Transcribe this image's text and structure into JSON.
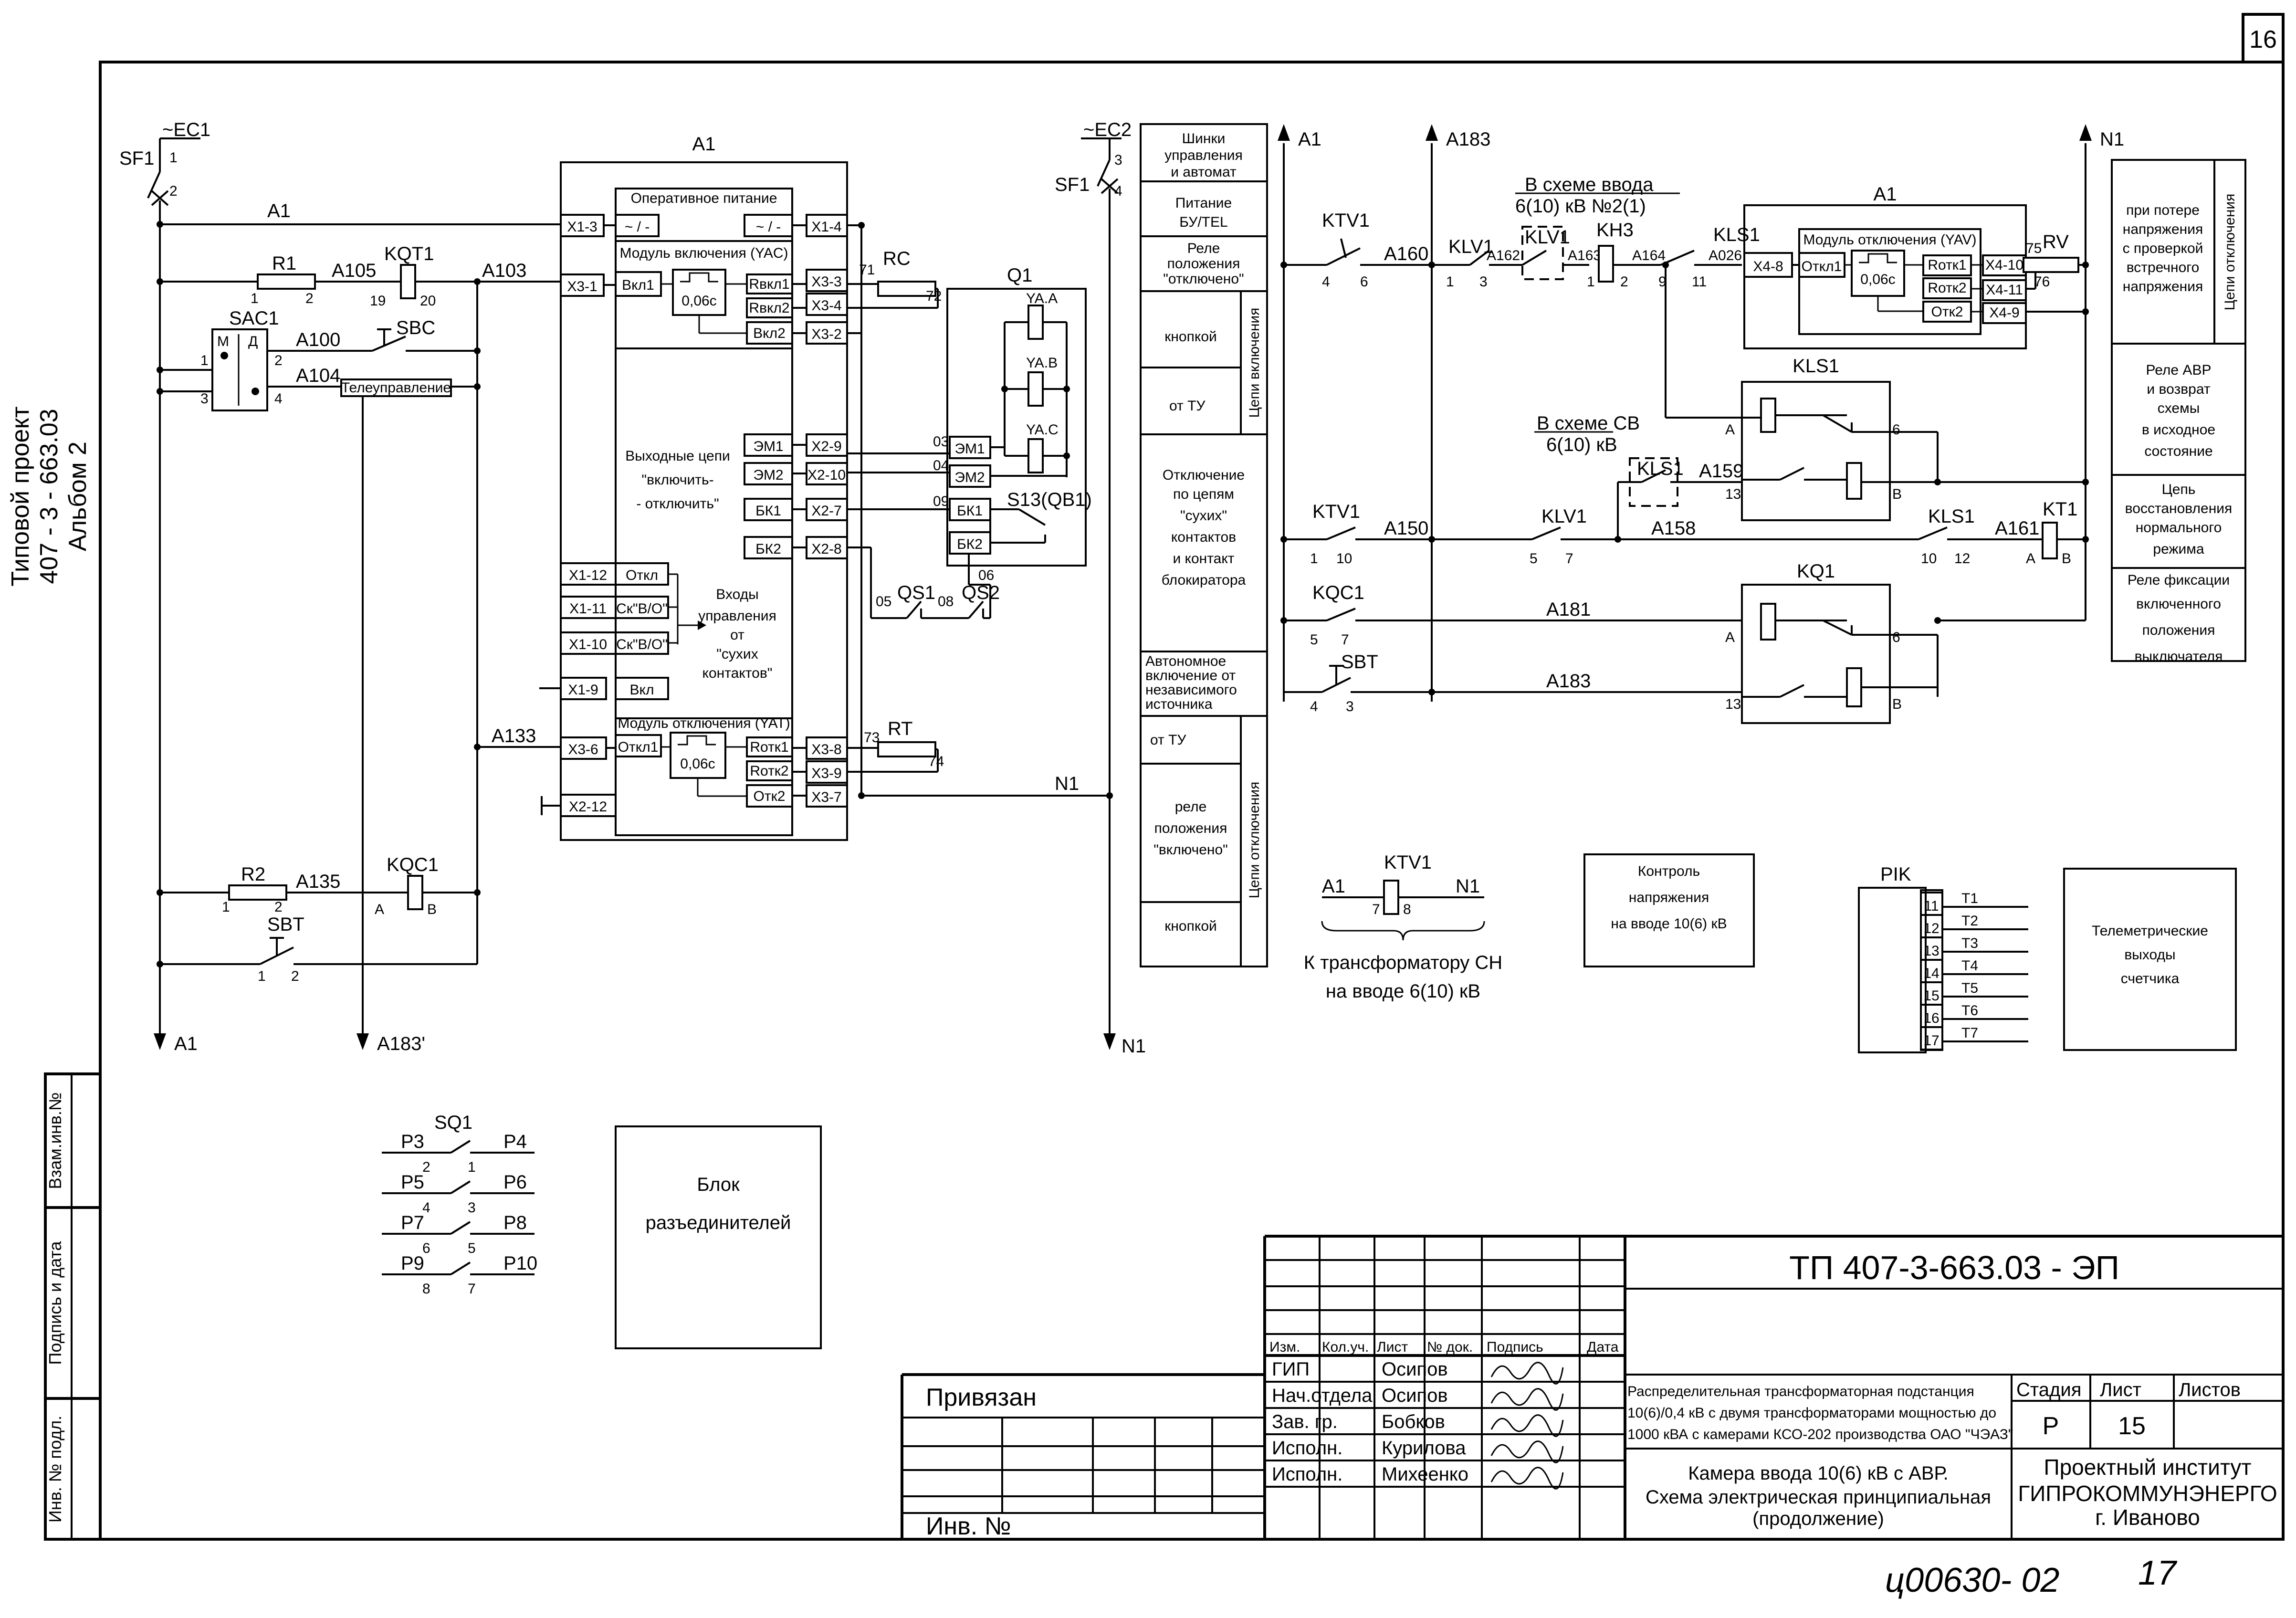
{
  "sheet_number": "16",
  "bottom_note": "ц00630- 02",
  "bottom_page": "17",
  "side_title": [
    "Типовой проект",
    "407 - 3 - 663.03",
    "Альбом  2"
  ],
  "left_stamp": [
    "Взам.инв.№",
    "Подпись и дата",
    "Инв. № подл."
  ],
  "sources": {
    "ec1": "~EC1",
    "ec2": "~EC2",
    "sf1": "SF1",
    "sf1_pins": [
      "1",
      "2"
    ],
    "sf1b_pins": [
      "3",
      "4"
    ]
  },
  "buses": {
    "a1": "A1",
    "a183": "A183",
    "n1": "N1",
    "a183p": "A183'"
  },
  "left_circuit": {
    "r1": "R1",
    "r1_pins": [
      "1",
      "2"
    ],
    "a105": "A105",
    "kqt1": "KQT1",
    "kqt1_pins": [
      "19",
      "20"
    ],
    "a103": "A103",
    "sac1": "SAC1",
    "sac_m": "М",
    "sac_d": "Д",
    "sac_pins": [
      "1",
      "2",
      "3",
      "4"
    ],
    "a100": "A100",
    "sbc": "SBC",
    "a104": "A104",
    "tele": "Телеуправление",
    "a133": "A133",
    "r2": "R2",
    "r2_pins": [
      "1",
      "2"
    ],
    "a135": "A135",
    "kqc1": "KQC1",
    "kqc_a": "A",
    "kqc_b": "B",
    "sbt": "SBT",
    "sbt_pins": [
      "1",
      "2"
    ]
  },
  "a1_block": {
    "label": "A1",
    "oper": "Оперативное питание",
    "dc": "~ / -",
    "yac": "Модуль включения (YAC)",
    "vkl1": "Вкл1",
    "t006": "0,06с",
    "rvkl1": "Rвкл1",
    "rvkl2": "Rвкл2",
    "vkl2": "Вкл2",
    "out_title": "Выходные цепи",
    "out_sub1": "\"включить-",
    "out_sub2": "- отключить\"",
    "em1": "ЭМ1",
    "em2": "ЭМ2",
    "bk1": "БК1",
    "bk2": "БК2",
    "otkl": "Откл",
    "skvo": "Ск\"В/О\"",
    "vkl": "Вкл",
    "inputs_title": [
      "Входы",
      "управления",
      "от",
      "\"сухих",
      "контактов\""
    ],
    "yat": "Модуль отключения (YAT)",
    "otkl1": "Откл1",
    "rotk1": "Rотк1",
    "rotk2": "Rотк2",
    "otk2": "Отк2",
    "pins_left": [
      "X1-3",
      "X3-1",
      "X1-12",
      "X1-11",
      "X1-10",
      "X1-9",
      "X3-6",
      "X2-12"
    ],
    "pins_right": [
      "X1-4",
      "X3-3",
      "X3-4",
      "X3-2",
      "X2-9",
      "X2-10",
      "X2-7",
      "X2-8",
      "X3-8",
      "X3-9",
      "X3-7"
    ]
  },
  "q1_block": {
    "label": "Q1",
    "yaa": "YA.A",
    "yab": "YA.B",
    "yac": "YA.C",
    "s13": "S13(QB1)",
    "em1": "ЭМ1",
    "em2": "ЭМ2",
    "bk1": "БК1",
    "bk2": "БК2",
    "w03": "03",
    "w04": "04",
    "w09": "09",
    "w06": "06"
  },
  "mid_parts": {
    "rc": "RC",
    "rc71": "71",
    "rc72": "72",
    "rt": "RT",
    "rt73": "73",
    "rt74": "74",
    "qs1": "QS1",
    "qs2": "QS2",
    "w05": "05",
    "w08": "08",
    "n1": "N1"
  },
  "mid_column": {
    "shinki": [
      "Шинки",
      "управления",
      "и автомат"
    ],
    "pitanie": [
      "Питание",
      "БУ/TEL"
    ],
    "rele_off": [
      "Реле",
      "положения",
      "\"отключено\""
    ],
    "knopkoy": "кнопкой",
    "ot_tu": "от ТУ",
    "cepi_vkl": "Цепи включения",
    "otkl_sukh": [
      "Отключение",
      "по цепям",
      "\"сухих\"",
      "контактов",
      "и контакт",
      "блокиратора"
    ],
    "avtonom": [
      "Автономное",
      "включение от",
      "независимого",
      "источника"
    ],
    "ot_tu2": "от ТУ",
    "rele_on": [
      "реле",
      "положения",
      "\"включено\""
    ],
    "knopkoy2": "кнопкой",
    "cepi_otkl": "Цепи отключения"
  },
  "ktv_small": {
    "a1": "A1",
    "ktv1": "KTV1",
    "n1": "N1",
    "p7": "7",
    "p8": "8",
    "cap": [
      "К трансформатору СН",
      "на вводе 6(10) кВ"
    ]
  },
  "kontrol": [
    "Контроль",
    "напряжения",
    "на вводе 10(6) кВ"
  ],
  "right_circuit": {
    "a1": "A1",
    "a183": "A183",
    "n1": "N1",
    "ktv1": "KTV1",
    "p4": "4",
    "p6": "6",
    "a160": "A160",
    "klv1": "KLV1",
    "p1": "1",
    "p3": "3",
    "a162": "A162",
    "vsh1": [
      "В схеме ввода",
      "6(10) кВ №2(1)"
    ],
    "klv1b": "KLV1",
    "a163": "A163",
    "kh3": "KH3",
    "kh_pins": [
      "1",
      "2"
    ],
    "a164": "A164",
    "kls1": "KLS1",
    "kls_pins": [
      "9",
      "11"
    ],
    "a026": "A026",
    "x48": "X4-8",
    "a1b": "A1",
    "yav": "Модуль отключения (YAV)",
    "otkl1": "Откл1",
    "t006": "0,06с",
    "rotk1": "Rотк1",
    "rotk2": "Rотк2",
    "otk2": "Отк2",
    "x410": "X4-10",
    "x411": "X4-11",
    "x49": "X4-9",
    "rv": "RV",
    "rv75": "75",
    "rv76": "76",
    "klsbox": "KLS1",
    "vsh2": [
      "В схеме СВ",
      "6(10) кВ"
    ],
    "kls1b": "KLS1",
    "a159": "A159",
    "pA": "A",
    "pB": "B",
    "p6b": "6",
    "p13": "13",
    "ktv1b": "KTV1",
    "ktv_pins": [
      "1",
      "10"
    ],
    "a150": "A150",
    "klv1c": "KLV1",
    "klv_pins": [
      "5",
      "7"
    ],
    "a158": "A158",
    "kls1c": "KLS1",
    "kls_pins2": [
      "10",
      "12"
    ],
    "a161": "A161",
    "kt1": "KT1",
    "kt_a": "A",
    "kt_b": "B",
    "kqc1": "KQC1",
    "kqc_pins": [
      "5",
      "7"
    ],
    "a181": "A181",
    "kq1": "KQ1",
    "sbt": "SBT",
    "sbt_pins": [
      "4",
      "3"
    ],
    "a183b": "A183"
  },
  "right_legend": {
    "loss": [
      "при потере",
      "напряжения",
      "с проверкой",
      "встречного",
      "напряжения"
    ],
    "cepi_otkl": "Цепи отключения",
    "avr": [
      "Реле АВР",
      "и возврат",
      "схемы",
      "в исходное",
      "состояние"
    ],
    "restore": [
      "Цепь",
      "восстановления",
      "нормального",
      "режима"
    ],
    "fix": [
      "Реле фиксации",
      "включенного",
      "положения",
      "выключателя"
    ]
  },
  "pik": {
    "label": "PIK",
    "pins": [
      "11",
      "12",
      "13",
      "14",
      "15",
      "16",
      "17"
    ],
    "outs": [
      "T1",
      "T2",
      "T3",
      "T4",
      "T5",
      "T6",
      "T7"
    ]
  },
  "telemetry": [
    "Телеметрические",
    "выходы",
    "счетчика"
  ],
  "sq1": {
    "label": "SQ1",
    "rows": [
      {
        "l": "P3",
        "r": "P4",
        "a": "2",
        "b": "1"
      },
      {
        "l": "P5",
        "r": "P6",
        "a": "4",
        "b": "3"
      },
      {
        "l": "P7",
        "r": "P8",
        "a": "6",
        "b": "5"
      },
      {
        "l": "P9",
        "r": "P10",
        "a": "8",
        "b": "7"
      }
    ]
  },
  "razed": [
    "Блок",
    "разъединителей"
  ],
  "title_block": {
    "code": "ТП 407-3-663.03 - ЭП",
    "privyazan": "Привязан",
    "inv": "Инв. №",
    "headers": [
      "Изм.",
      "Кол.уч.",
      "Лист",
      "№ док.",
      "Подпись",
      "Дата"
    ],
    "roles": [
      "ГИП",
      "Нач.отдела",
      "Зав. гр.",
      "Исполн.",
      "Исполн."
    ],
    "names": [
      "Осипов",
      "Осипов",
      "Бобков",
      "Курилова",
      "Михеенко"
    ],
    "desc": [
      "Распределительная трансформаторная подстанция",
      "10(6)/0,4 кВ с двумя трансформаторами мощностью до",
      "1000 кВА с камерами КСО-202 производства ОАО \"ЧЭАЗ\""
    ],
    "sheet_title": [
      "Камера ввода 10(6) кВ с АВР.",
      "Схема электрическая принципиальная",
      "(продолжение)"
    ],
    "stage_h": "Стадия",
    "list_h": "Лист",
    "lists_h": "Листов",
    "stage": "Р",
    "list": "15",
    "org": [
      "Проектный институт",
      "ГИПРОКОММУНЭНЕРГО",
      "г. Иваново"
    ]
  }
}
